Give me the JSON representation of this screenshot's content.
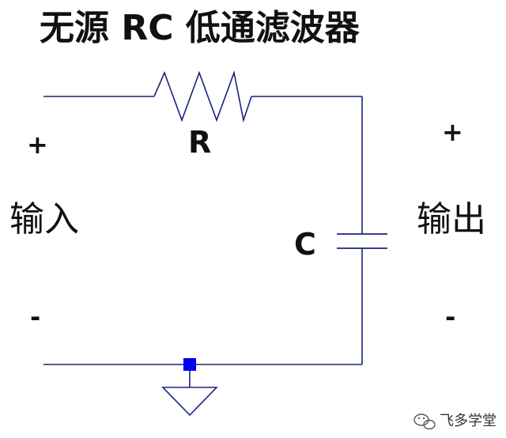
{
  "title": "无源 RC 低通滤波器",
  "components": {
    "resistor_label": "R",
    "capacitor_label": "C"
  },
  "input": {
    "label": "输入",
    "plus": "+",
    "minus": "-"
  },
  "output": {
    "label": "输出",
    "plus": "+",
    "minus": "-"
  },
  "watermark": {
    "text": "飞多学堂",
    "icon": "wechat-icon"
  },
  "colors": {
    "wire": "#1a237e",
    "ground_node": "#0000ee",
    "text": "#111111"
  }
}
